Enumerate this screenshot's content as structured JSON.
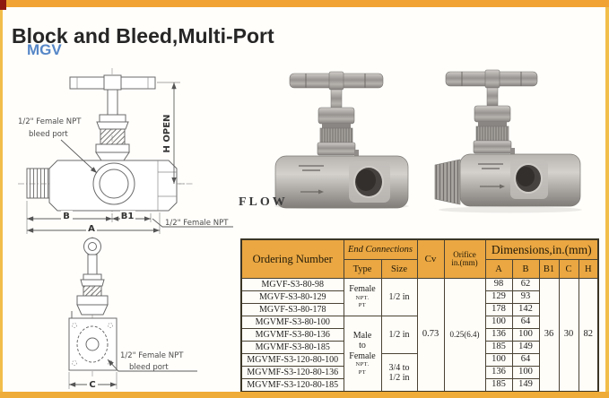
{
  "page": {
    "title": "Block and Bleed,Multi-Port",
    "model": "MGV",
    "flow_label": "FLOW"
  },
  "front_view": {
    "bleed_port_label_line1": "1/2\" Female NPT",
    "bleed_port_label_line2": "bleed port",
    "h_open_label": "H OPEN",
    "dim_b": "B",
    "dim_b1": "B1",
    "dim_a": "A",
    "female_npt_label": "1/2\" Female NPT"
  },
  "side_view": {
    "bleed_port_label_line1": "1/2\" Female NPT",
    "bleed_port_label_line2": "bleed port",
    "dim_c": "C"
  },
  "table": {
    "header": {
      "ordering_number": "Ordering Number",
      "end_connections": "End Connections",
      "type": "Type",
      "size": "Size",
      "cv": "Cv",
      "orifice_line1": "Orifice",
      "orifice_line2": "in.(mm)",
      "dimensions": "Dimensions,in.(mm)",
      "a": "A",
      "b": "B",
      "b1": "B1",
      "c": "C",
      "h": "H"
    },
    "type_female": {
      "line1": "Female",
      "line2": "NPT.",
      "line3": "PT"
    },
    "type_male_female": {
      "line1": "Male",
      "line2": "to",
      "line3": "Female",
      "line4": "NPT.",
      "line5": "PT"
    },
    "size_female": "1/2 in",
    "size_mf_1": "1/2 in",
    "size_mf_2_line1": "3/4 to",
    "size_mf_2_line2": "1/2 in",
    "cv_value": "0.73",
    "orifice_value": "0.25(6.4)",
    "b1_value": "36",
    "c_value": "30",
    "h_value": "82",
    "rows": [
      {
        "ordering": "MGVF-S3-80-98",
        "a": "98",
        "b": "62"
      },
      {
        "ordering": "MGVF-S3-80-129",
        "a": "129",
        "b": "93"
      },
      {
        "ordering": "MGVF-S3-80-178",
        "a": "178",
        "b": "142"
      },
      {
        "ordering": "MGVMF-S3-80-100",
        "a": "100",
        "b": "64"
      },
      {
        "ordering": "MGVMF-S3-80-136",
        "a": "136",
        "b": "100"
      },
      {
        "ordering": "MGVMF-S3-80-185",
        "a": "185",
        "b": "149"
      },
      {
        "ordering": "MGVMF-S3-120-80-100",
        "a": "100",
        "b": "64"
      },
      {
        "ordering": "MGVMF-S3-120-80-136",
        "a": "136",
        "b": "100"
      },
      {
        "ordering": "MGVMF-S3-120-80-185",
        "a": "185",
        "b": "149"
      }
    ]
  },
  "colors": {
    "accent_orange": "#F1A433",
    "border_yellow": "#F2BE4B",
    "table_header_orange": "#EAA742",
    "model_blue": "#5687C7",
    "corner_red": "#8E180F"
  }
}
